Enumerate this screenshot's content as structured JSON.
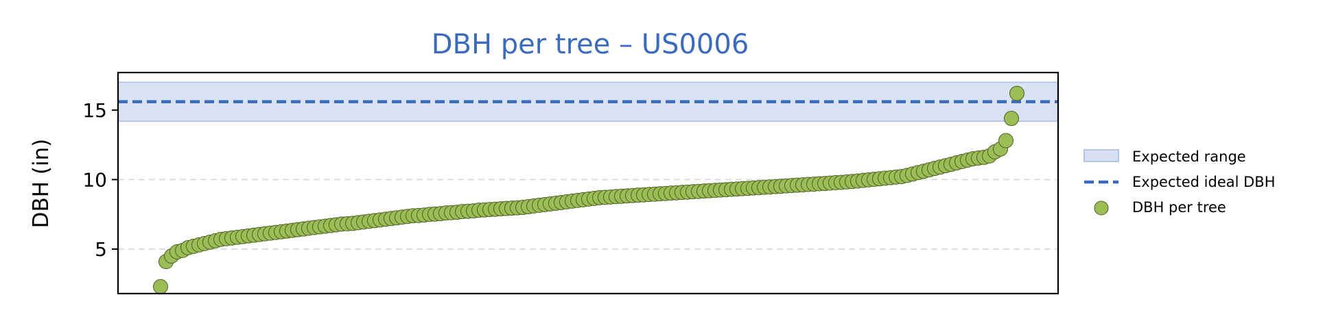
{
  "chart_data": {
    "type": "scatter",
    "title": "DBH per tree – US0006",
    "xlabel": "",
    "ylabel": "DBH (in)",
    "ylim": [
      1.8,
      17.7
    ],
    "yticks": [
      5,
      10,
      15
    ],
    "ytick_labels": [
      "5",
      "10",
      "15"
    ],
    "grid": "horizontal dashed",
    "legend_position": "right, outside plot",
    "expected_range": [
      14.2,
      17.0
    ],
    "expected_ideal": 15.6,
    "series": [
      {
        "name": "DBH per tree",
        "values": [
          2.3,
          4.1,
          4.5,
          4.8,
          4.9,
          5.1,
          5.2,
          5.3,
          5.4,
          5.5,
          5.6,
          5.7,
          5.75,
          5.8,
          5.85,
          5.9,
          5.95,
          6.0,
          6.05,
          6.1,
          6.15,
          6.2,
          6.25,
          6.3,
          6.35,
          6.4,
          6.45,
          6.5,
          6.55,
          6.6,
          6.65,
          6.7,
          6.75,
          6.8,
          6.82,
          6.85,
          6.9,
          6.95,
          7.0,
          7.05,
          7.1,
          7.15,
          7.2,
          7.25,
          7.3,
          7.35,
          7.4,
          7.42,
          7.45,
          7.5,
          7.52,
          7.55,
          7.6,
          7.62,
          7.65,
          7.7,
          7.72,
          7.75,
          7.8,
          7.82,
          7.85,
          7.87,
          7.9,
          7.92,
          7.95,
          7.97,
          8.0,
          8.05,
          8.1,
          8.15,
          8.2,
          8.25,
          8.3,
          8.35,
          8.4,
          8.45,
          8.5,
          8.55,
          8.6,
          8.65,
          8.7,
          8.72,
          8.75,
          8.78,
          8.8,
          8.83,
          8.85,
          8.88,
          8.9,
          8.93,
          8.95,
          8.98,
          9.0,
          9.03,
          9.05,
          9.08,
          9.1,
          9.13,
          9.15,
          9.18,
          9.2,
          9.22,
          9.25,
          9.27,
          9.3,
          9.32,
          9.35,
          9.37,
          9.4,
          9.42,
          9.45,
          9.47,
          9.5,
          9.52,
          9.55,
          9.57,
          9.6,
          9.62,
          9.65,
          9.67,
          9.7,
          9.72,
          9.75,
          9.78,
          9.8,
          9.83,
          9.86,
          9.9,
          9.94,
          9.98,
          10.02,
          10.06,
          10.1,
          10.14,
          10.18,
          10.22,
          10.3,
          10.4,
          10.5,
          10.6,
          10.7,
          10.8,
          10.9,
          11.0,
          11.1,
          11.2,
          11.3,
          11.4,
          11.5,
          11.55,
          11.6,
          11.7,
          12.0,
          12.2,
          12.8,
          14.4,
          16.2
        ]
      }
    ],
    "legend": [
      {
        "label": "Expected range",
        "kind": "patch"
      },
      {
        "label": "Expected ideal DBH",
        "kind": "dashed-line"
      },
      {
        "label": "DBH per tree",
        "kind": "marker"
      }
    ],
    "colors": {
      "title": "#3a6bbd",
      "band_fill": "#d7e0f2",
      "band_edge": "#b3c6e8",
      "ideal_line": "#3a6bbd",
      "marker_fill": "#9bbd55",
      "marker_edge": "#4d5f27",
      "grid": "#dddddd"
    }
  }
}
